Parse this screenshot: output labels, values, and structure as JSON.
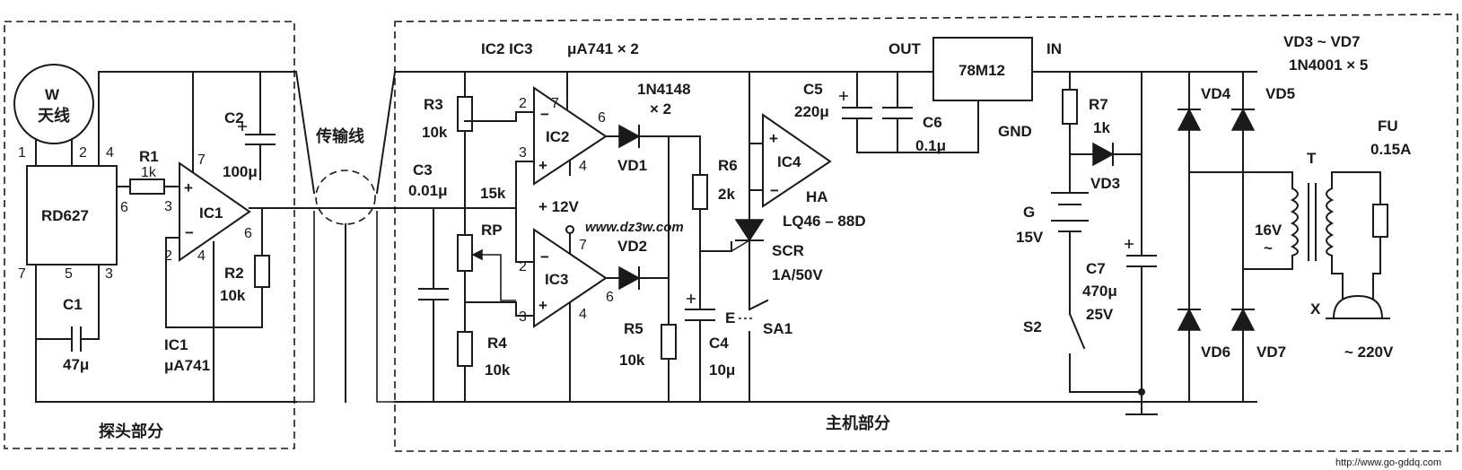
{
  "sections": {
    "probe": "探头部分",
    "host": "主机部分",
    "cable": "传输线"
  },
  "antenna": {
    "w": "W",
    "name": "天线"
  },
  "labels": {
    "rd627": "RD627",
    "r1": "R1",
    "r1v": "1k",
    "ic1": "IC1",
    "ic1_name": "IC1",
    "ic1_type": "μA741",
    "r2": "R2",
    "r2v": "10k",
    "c1": "C1",
    "c1v": "47μ",
    "c2": "C2",
    "c2v": "100μ",
    "ic23": "IC2 IC3",
    "ic23_type": "μA741 × 2",
    "r3": "R3",
    "r3v": "10k",
    "c3": "C3",
    "c3v": "0.01μ",
    "r15k": "15k",
    "v12": "+ 12V",
    "ic2": "IC2",
    "ic3": "IC3",
    "rp": "RP",
    "r4": "R4",
    "r4v": "10k",
    "d1n": "1N4148",
    "d1nx": "× 2",
    "vd1": "VD1",
    "vd2": "VD2",
    "r5": "R5",
    "r5v": "10k",
    "r6": "R6",
    "r6v": "2k",
    "c4": "C4",
    "c4v": "10μ",
    "ic4": "IC4",
    "c5": "C5",
    "c5v": "220μ",
    "c6": "C6",
    "c6v": "0.1μ",
    "ha": "HA",
    "hav": "LQ46 – 88D",
    "scr": "SCR",
    "scrv": "1A/50V",
    "sa1": "SA1",
    "e": "E",
    "reg": "78M12",
    "out": "OUT",
    "in": "IN",
    "gnd": "GND",
    "r7": "R7",
    "r7v": "1k",
    "vd3": "VD3",
    "g": "G",
    "gv": "15V",
    "c7": "C7",
    "c7v": "470μ",
    "c7v2": "25V",
    "s2": "S2",
    "vdr": "VD3 ~ VD7",
    "vdrt": "1N4001 × 5",
    "vd4": "VD4",
    "vd5": "VD5",
    "vd6": "VD6",
    "vd7": "VD7",
    "fu": "FU",
    "fuv": "0.15A",
    "t": "T",
    "v16": "16V",
    "tilde": "~",
    "x": "X",
    "v220": "~ 220V"
  },
  "pins": {
    "p1": "1",
    "p2": "2",
    "p4": "4",
    "p6": "6",
    "p5": "5",
    "p3": "3",
    "p7": "7",
    "ic1_7": "7",
    "ic1_3": "3",
    "ic1_2": "2",
    "ic1_4": "4",
    "ic1_6": "6",
    "ic2_2": "2",
    "ic2_7": "7",
    "ic2_3": "3",
    "ic2_4": "4",
    "ic2_6": "6",
    "ic3_7": "7",
    "ic3_2": "2",
    "ic3_3": "3",
    "ic3_4": "4",
    "ic3_6": "6"
  },
  "watermark": "www.dz3w.com",
  "source_url": "http://www.go-gddq.com"
}
